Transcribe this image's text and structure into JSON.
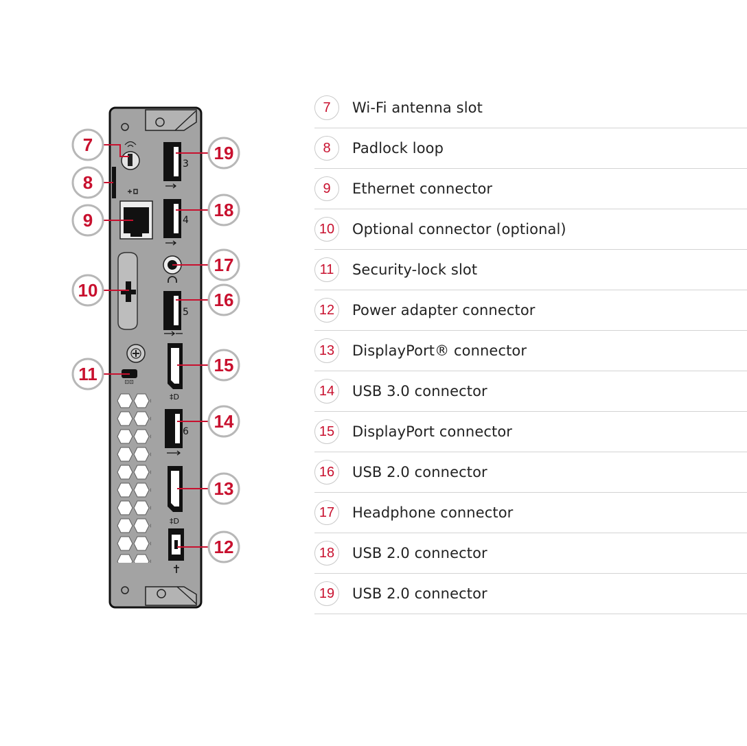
{
  "colors": {
    "accent": "#c8102e",
    "chassis": "#a3a3a3",
    "callout_border": "#b7b7b7",
    "divider": "#d3d3d3"
  },
  "diagram": {
    "port_labels": {
      "usb_3": "3",
      "usb_4": "4",
      "usb_5": "5",
      "usb_6": "6"
    },
    "callouts": [
      {
        "num": "7"
      },
      {
        "num": "8"
      },
      {
        "num": "9"
      },
      {
        "num": "10"
      },
      {
        "num": "11"
      },
      {
        "num": "12"
      },
      {
        "num": "13"
      },
      {
        "num": "14"
      },
      {
        "num": "15"
      },
      {
        "num": "16"
      },
      {
        "num": "17"
      },
      {
        "num": "18"
      },
      {
        "num": "19"
      }
    ]
  },
  "legend": [
    {
      "num": "7",
      "label": "Wi-Fi antenna slot"
    },
    {
      "num": "8",
      "label": "Padlock loop"
    },
    {
      "num": "9",
      "label": "Ethernet connector"
    },
    {
      "num": "10",
      "label": "Optional connector (optional)"
    },
    {
      "num": "11",
      "label": "Security-lock slot"
    },
    {
      "num": "12",
      "label": "Power adapter connector"
    },
    {
      "num": "13",
      "label": "DisplayPort® connector"
    },
    {
      "num": "14",
      "label": "USB 3.0 connector"
    },
    {
      "num": "15",
      "label": "DisplayPort connector"
    },
    {
      "num": "16",
      "label": "USB 2.0 connector"
    },
    {
      "num": "17",
      "label": "Headphone connector"
    },
    {
      "num": "18",
      "label": "USB 2.0 connector"
    },
    {
      "num": "19",
      "label": "USB 2.0 connector"
    }
  ]
}
